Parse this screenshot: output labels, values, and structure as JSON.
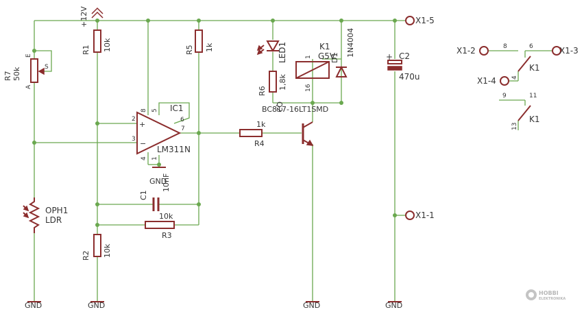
{
  "supply": "+12V",
  "ground": "GND",
  "components": {
    "R7": {
      "ref": "R7",
      "value": "50k",
      "pin_a": "A",
      "pin_e": "E",
      "pin_s": "S"
    },
    "R1": {
      "ref": "R1",
      "value": "10k"
    },
    "R2": {
      "ref": "R2",
      "value": "10k"
    },
    "R3": {
      "ref": "R3",
      "value": "10k"
    },
    "R4": {
      "ref": "R4",
      "value": "1k"
    },
    "R5": {
      "ref": "R5",
      "value": "1k"
    },
    "R6": {
      "ref": "R6",
      "value": "1,8k"
    },
    "C1": {
      "ref": "C1",
      "value": "10nF"
    },
    "C2": {
      "ref": "C2",
      "value": "470u",
      "polarity": "+"
    },
    "IC1": {
      "ref": "IC1",
      "value": "LM311N",
      "plus": "+",
      "minus": "−",
      "pins": {
        "p1": "1",
        "p2": "2",
        "p3": "3",
        "p4": "4",
        "p5": "5",
        "p6": "6",
        "p7": "7",
        "p8": "8"
      }
    },
    "Q2": {
      "ref": "Q2",
      "value": "BC817-16LT1SMD"
    },
    "LED1": {
      "ref": "LED1"
    },
    "D1": {
      "ref": "D1",
      "value": "1N4004"
    },
    "K1": {
      "ref": "K1",
      "value": "G5V",
      "pin1": "1",
      "pin16": "16"
    },
    "OPH1": {
      "ref": "OPH1",
      "value": "LDR"
    }
  },
  "connectors": {
    "x15": "X1-5",
    "x11": "X1-1",
    "x12": "X1-2",
    "x13": "X1-3",
    "x14": "X1-4"
  },
  "contacts": {
    "group1": {
      "p8": "8",
      "p6": "6",
      "p4": "4",
      "label": "K1"
    },
    "group2": {
      "p9": "9",
      "p11": "11",
      "p13": "13",
      "label": "K1"
    }
  },
  "watermark": {
    "line1": "HOBBI",
    "line2": "ELEKTRONIKA"
  },
  "colors": {
    "wire": "#6aa84f",
    "component": "#8b2d2d",
    "text": "#333333"
  }
}
